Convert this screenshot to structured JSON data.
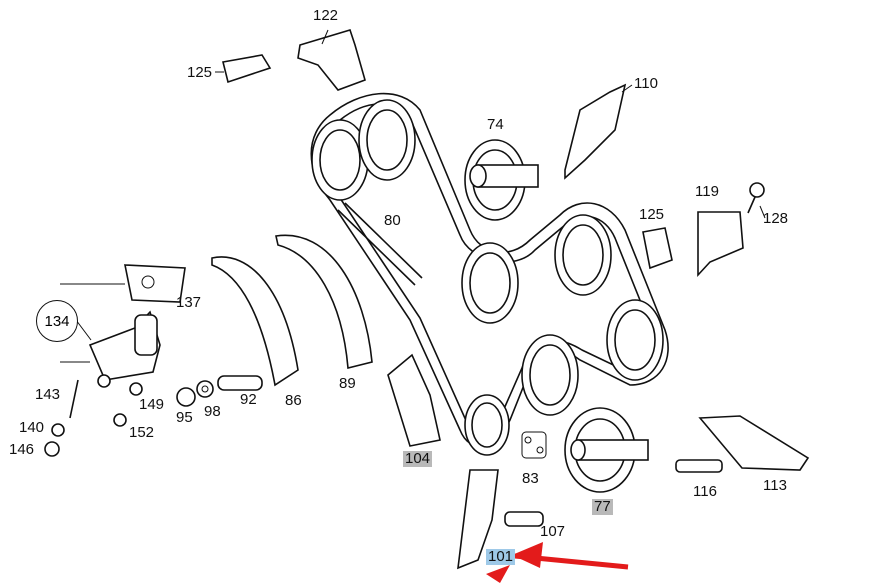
{
  "diagram": {
    "labels": [
      {
        "id": "p122",
        "text": "122"
      },
      {
        "id": "p125a",
        "text": "125"
      },
      {
        "id": "p110",
        "text": "110"
      },
      {
        "id": "p74",
        "text": "74"
      },
      {
        "id": "p119",
        "text": "119"
      },
      {
        "id": "p128",
        "text": "128"
      },
      {
        "id": "p80",
        "text": "80"
      },
      {
        "id": "p125b",
        "text": "125"
      },
      {
        "id": "p137",
        "text": "137"
      },
      {
        "id": "p134",
        "text": "134"
      },
      {
        "id": "p143",
        "text": "143"
      },
      {
        "id": "p149",
        "text": "149"
      },
      {
        "id": "p140",
        "text": "140"
      },
      {
        "id": "p146",
        "text": "146"
      },
      {
        "id": "p152",
        "text": "152"
      },
      {
        "id": "p95",
        "text": "95"
      },
      {
        "id": "p98",
        "text": "98"
      },
      {
        "id": "p92",
        "text": "92"
      },
      {
        "id": "p86",
        "text": "86"
      },
      {
        "id": "p89",
        "text": "89"
      },
      {
        "id": "p104",
        "text": "104"
      },
      {
        "id": "p83",
        "text": "83"
      },
      {
        "id": "p77",
        "text": "77"
      },
      {
        "id": "p116",
        "text": "116"
      },
      {
        "id": "p113",
        "text": "113"
      },
      {
        "id": "p107",
        "text": "107"
      },
      {
        "id": "p101",
        "text": "101"
      }
    ],
    "highlight_color": "#b9b9b9",
    "selected_color": "#9ec9e8",
    "arrow_color": "#e31b1b"
  }
}
